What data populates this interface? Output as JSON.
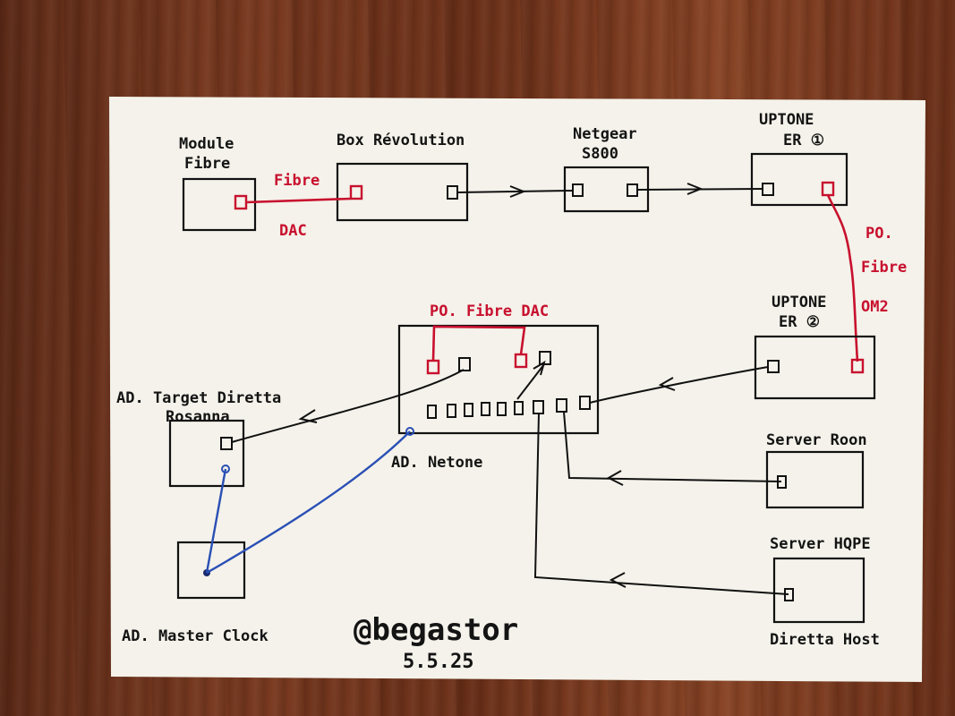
{
  "nodes": {
    "module_fibre": {
      "label_line1": "Module",
      "label_line2": "Fibre"
    },
    "box": {
      "label": "Box Révolution"
    },
    "netgear": {
      "label_line1": "Netgear",
      "label_line2": "S800"
    },
    "uptone1": {
      "label_line1": "UPTONE",
      "label_line2": "ER ①"
    },
    "uptone2": {
      "label_line1": "UPTONE",
      "label_line2": "ER ②"
    },
    "ad_netone": {
      "label": "AD. Netone"
    },
    "ad_target": {
      "label_line1": "AD. Target Diretta",
      "label_line2": "Rosanna"
    },
    "ad_master": {
      "label": "AD. Master Clock"
    },
    "server_roon": {
      "label": "Server Roon"
    },
    "server_hqpe": {
      "label": "Server HQPE",
      "sublabel": "Diretta Host"
    }
  },
  "links": {
    "fibre_dac_top": "Fibre",
    "fibre_dac_bottom": "DAC",
    "po_fibre_1": "PO.",
    "po_fibre_2": "Fibre",
    "po_fibre_3": "OM2",
    "po_fibre_dac": "PO. Fibre DAC"
  },
  "signature": {
    "handle": "@begastor",
    "date": "5.5.25"
  },
  "colors": {
    "ink": "#111111",
    "red": "#c8102e",
    "blue": "#2a4fb5",
    "paper": "#f4f2ea"
  }
}
